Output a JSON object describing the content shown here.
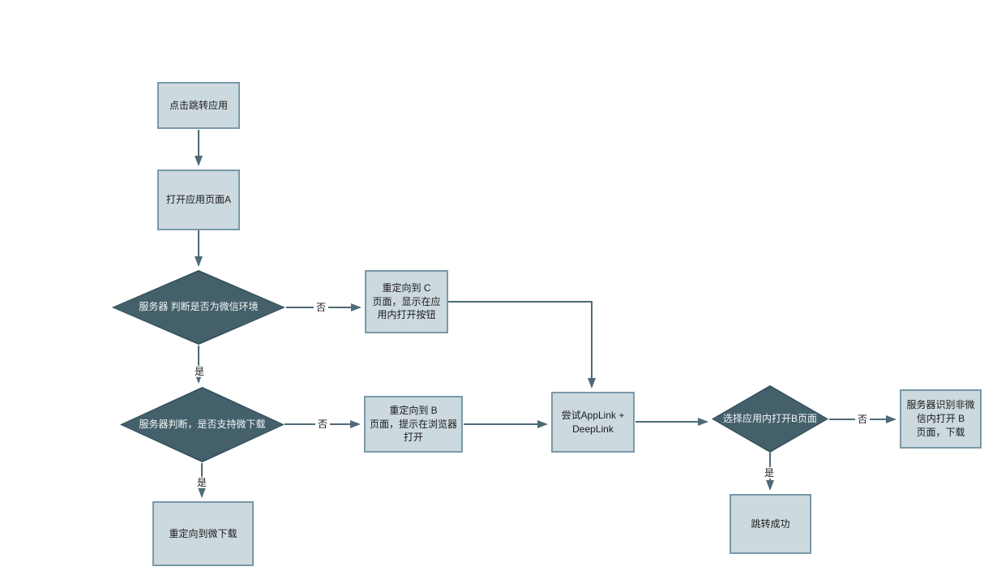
{
  "diagram": {
    "type": "flowchart",
    "colors": {
      "process_fill": "#ccd9de",
      "process_border": "#7a99a8",
      "decision_fill": "#44606b",
      "decision_text": "#f4f7f8",
      "arrow": "#4e6a76",
      "background": "#ffffff"
    },
    "nodes": {
      "click_app": {
        "type": "process",
        "label": "点击跳转应用"
      },
      "open_page_a": {
        "type": "process",
        "label": "打开应用页面A"
      },
      "check_wechat": {
        "type": "decision",
        "label": "服务器 判断是否为微信环境"
      },
      "redirect_c": {
        "type": "process",
        "label": "重定向到 C\n页面，显示在应\n用内打开按钮"
      },
      "check_micro_download": {
        "type": "decision",
        "label": "服务器判断，是否支持微下载"
      },
      "redirect_b": {
        "type": "process",
        "label": "重定向到 B\n页面，提示在浏览器\n打开"
      },
      "redirect_micro_download": {
        "type": "process",
        "label": "重定向到微下载"
      },
      "try_applink": {
        "type": "process",
        "label": "尝试AppLink +\nDeepLink"
      },
      "choose_open_b": {
        "type": "decision",
        "label": "选择应用内打开B页面"
      },
      "server_recognize_b": {
        "type": "process",
        "label": "服务器识别非微\n信内打开 B\n页面，下载"
      },
      "jump_success": {
        "type": "process",
        "label": "跳转成功"
      }
    },
    "edge_labels": {
      "yes": "是",
      "no": "否"
    }
  }
}
